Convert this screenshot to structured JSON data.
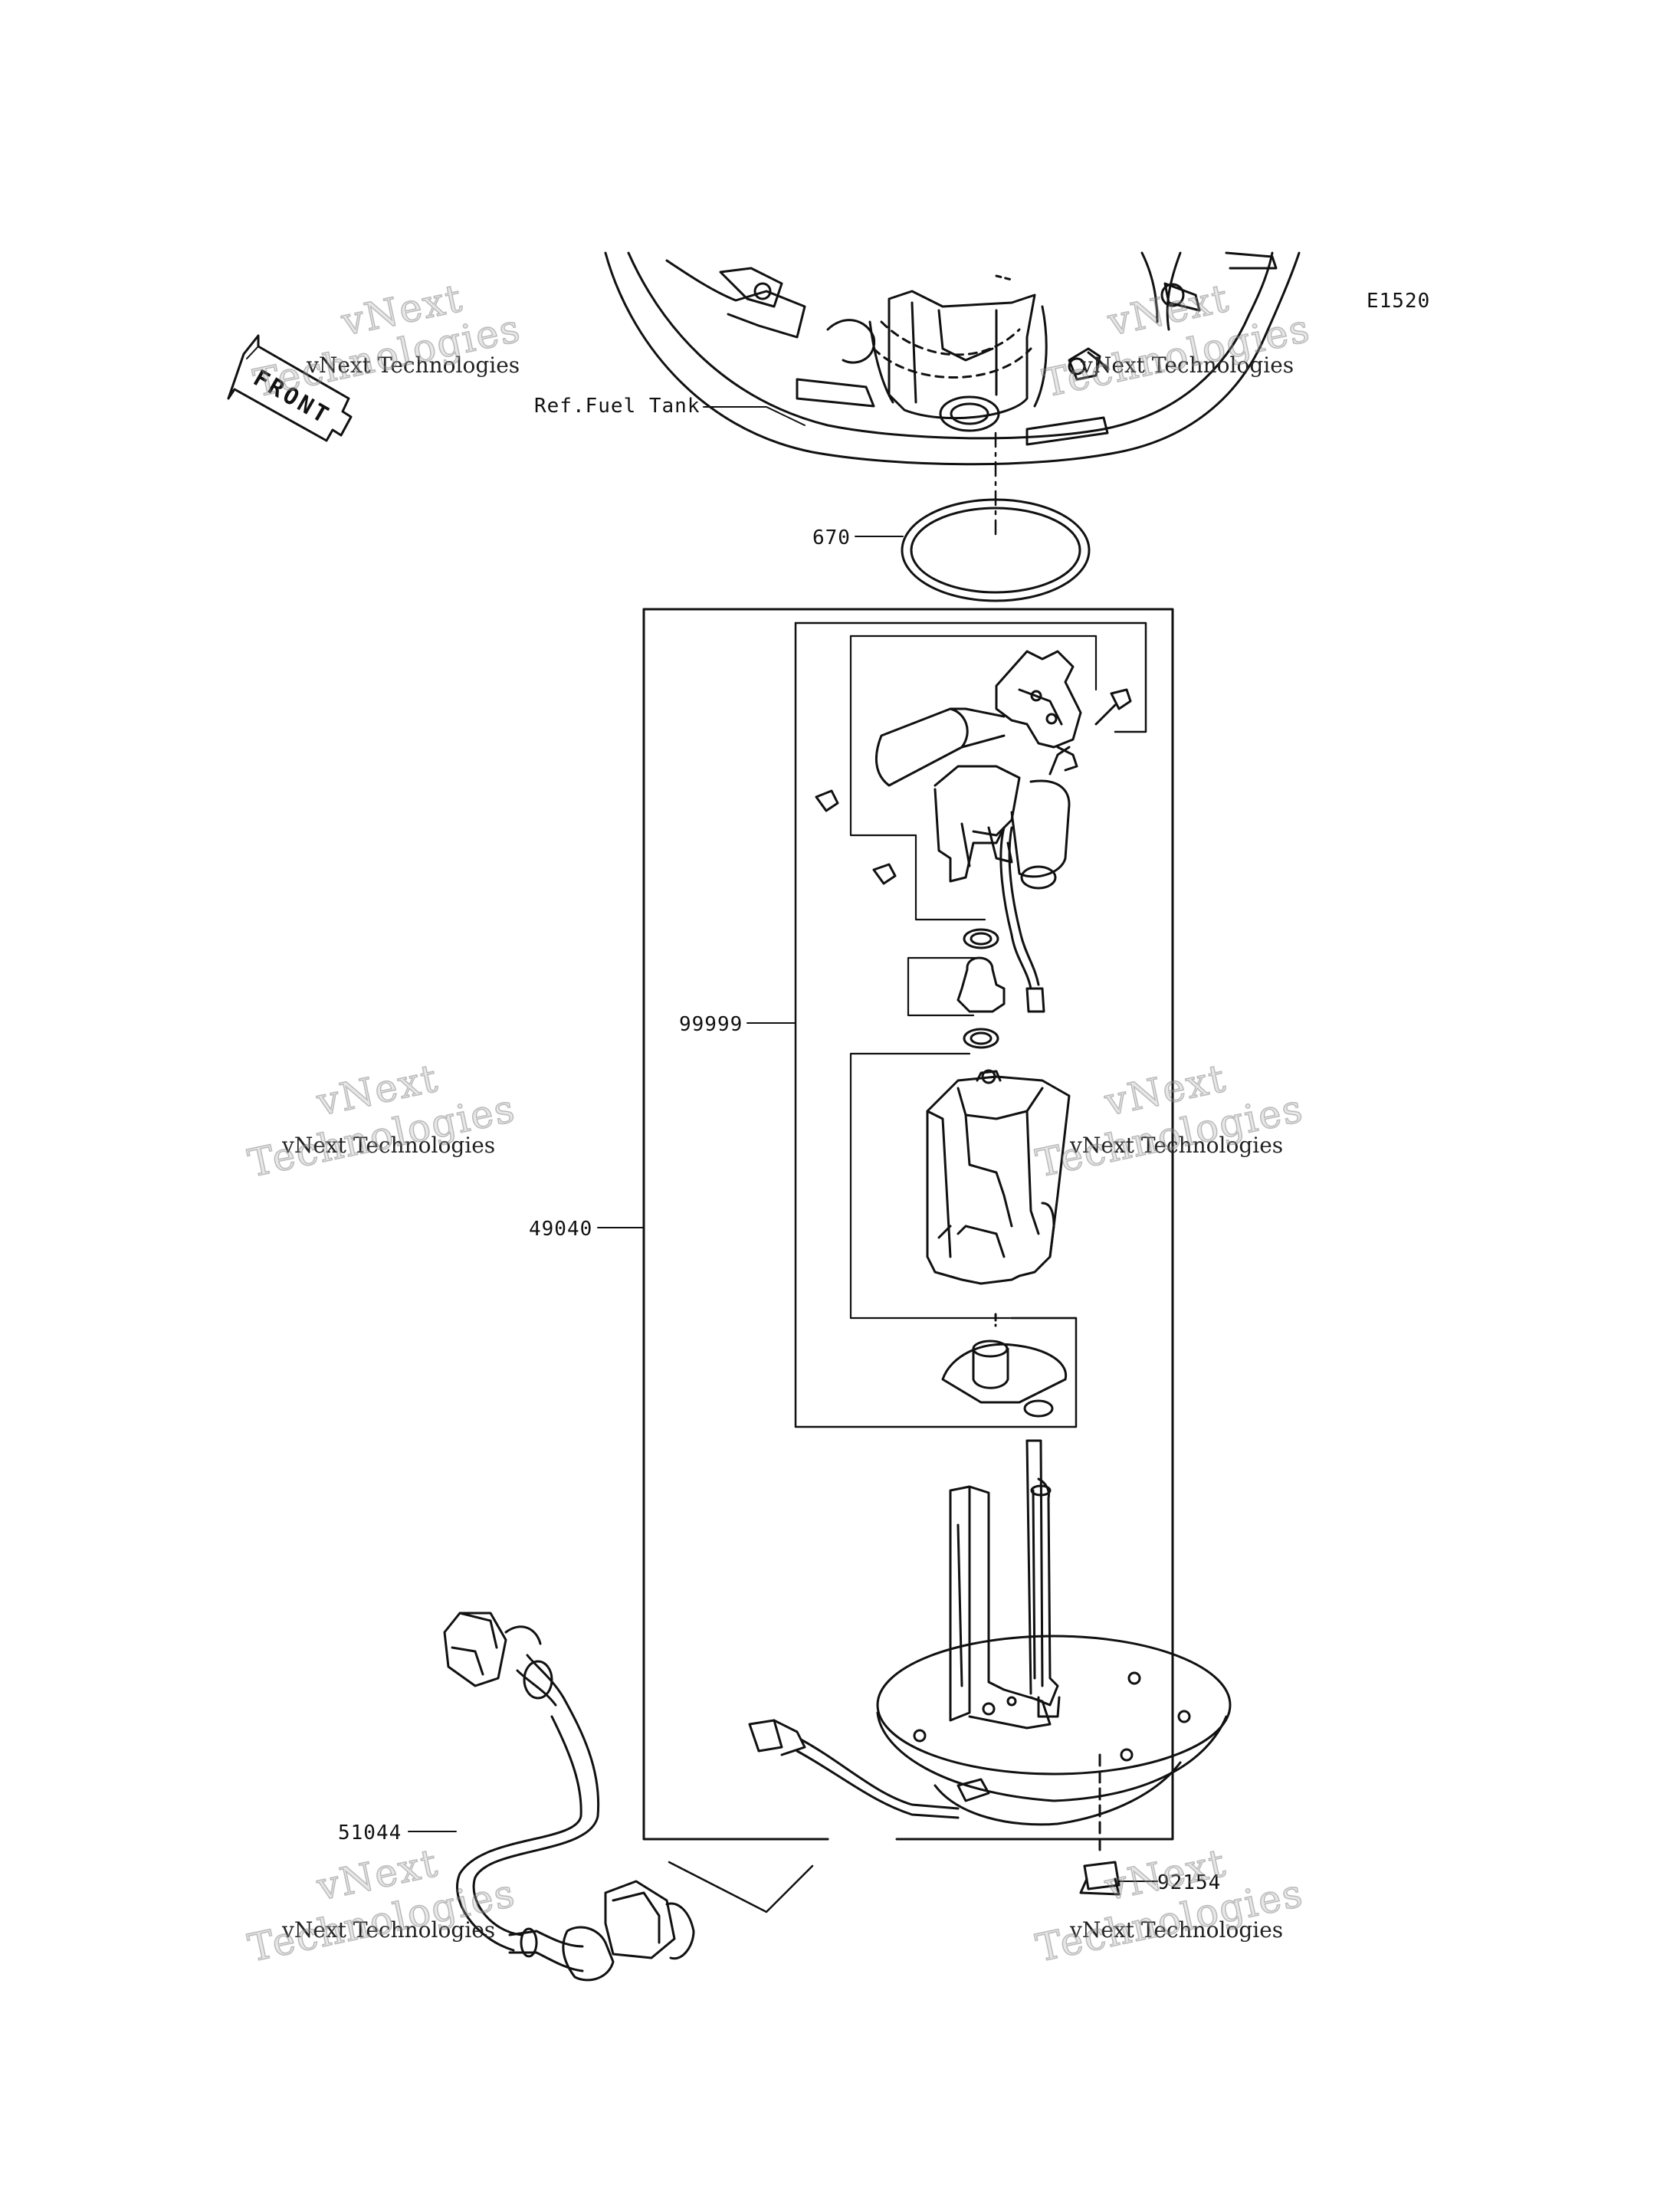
{
  "diagram": {
    "code": "E1520",
    "front_label": "FRONT",
    "ref_label": "Ref.Fuel Tank",
    "parts": [
      {
        "number": "670"
      },
      {
        "number": "99999"
      },
      {
        "number": "49040"
      },
      {
        "number": "51044"
      },
      {
        "number": "92154"
      }
    ]
  },
  "watermark": {
    "text": "vNext Technologies",
    "big_line1": "vNext",
    "big_line2": "Technologies"
  }
}
